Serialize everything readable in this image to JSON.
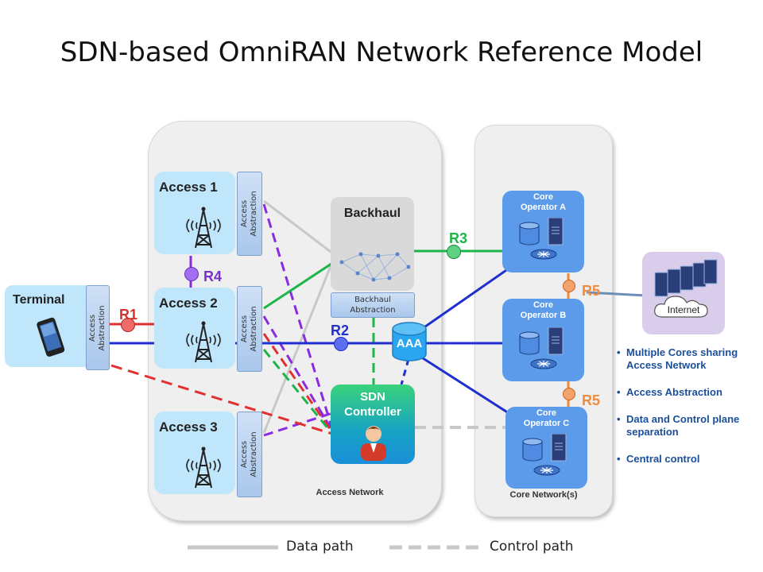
{
  "title": "SDN-based OmniRAN Network Reference Model",
  "terminal": {
    "label": "Terminal"
  },
  "access_abstraction_label": "Access\nAbstraction",
  "access_nodes": [
    {
      "label": "Access 1"
    },
    {
      "label": "Access 2"
    },
    {
      "label": "Access 3"
    }
  ],
  "backhaul": {
    "label": "Backhaul",
    "abstraction": "Backhaul\nAbstraction"
  },
  "aaa": {
    "label": "AAA"
  },
  "sdn_controller": {
    "label": "SDN\nController"
  },
  "access_network_caption": "Access Network",
  "core_network_caption": "Core Network(s)",
  "cores": [
    {
      "label": "Core\nOperator A"
    },
    {
      "label": "Core\nOperator B"
    },
    {
      "label": "Core\nOperator C"
    }
  ],
  "internet": {
    "label": "Internet"
  },
  "reference_points": {
    "r1": "R1",
    "r2": "R2",
    "r3": "R3",
    "r4": "R4",
    "r5a": "R5",
    "r5b": "R5"
  },
  "bullets": [
    "Multiple Cores sharing Access Network",
    "Access Abstraction",
    "Data and Control plane separation",
    "Central control"
  ],
  "legend": {
    "data_path": "Data path",
    "control_path": "Control path"
  },
  "colors": {
    "blue_line": "#1f2fd0",
    "green_line": "#1db54a",
    "red_line": "#e23030",
    "purple_line": "#8a2be2",
    "gray_line": "#c8c8c8",
    "r_blue": "#1f2fd0",
    "r_green": "#1db54a",
    "r_red": "#d83030",
    "r_purple": "#7b2fd0",
    "r_orange": "#f08a3c"
  }
}
